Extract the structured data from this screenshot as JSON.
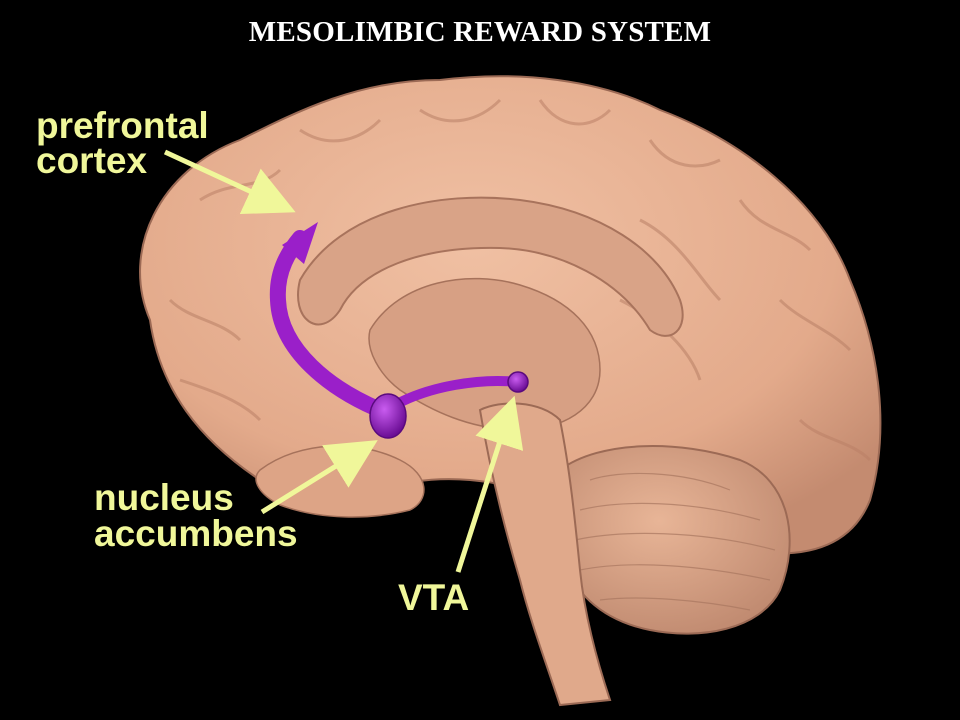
{
  "title": "MESOLIMBIC REWARD SYSTEM",
  "labels": {
    "prefrontal_line1": "prefrontal",
    "prefrontal_line2": "cortex",
    "nucleus_line1": "nucleus",
    "nucleus_line2": "accumbens",
    "vta": "VTA"
  },
  "colors": {
    "background": "#000000",
    "title": "#ffffff",
    "label": "#f0f79a",
    "brain": "#e9b294",
    "brain_shadow": "#b9836a",
    "pathway": "#9a1fc9"
  }
}
